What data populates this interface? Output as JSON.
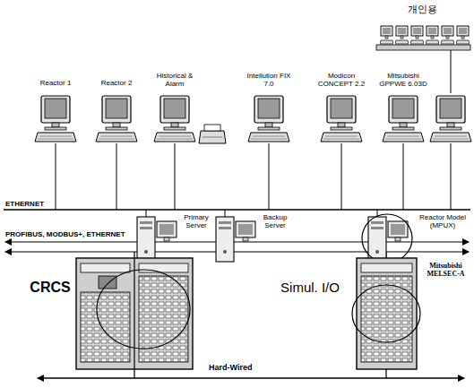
{
  "diagram": {
    "nodes": [
      {
        "text": [
          "개인용"
        ]
      },
      {
        "text": [
          "Reactor 1"
        ]
      },
      {
        "text": [
          "Reactor 2"
        ]
      },
      {
        "text": [
          "Historical & Alarm"
        ]
      },
      {
        "text": [
          "Intellution FIX 7.0"
        ]
      },
      {
        "text": [
          "Modicon CONCEPT 2.2"
        ]
      },
      {
        "text": [
          "Mitsubishi GPPWE 6.03D"
        ]
      },
      {
        "text": [
          "Primary Server"
        ]
      },
      {
        "text": [
          "Backup Server"
        ]
      },
      {
        "text": [
          "Reactor Model (MPUX)"
        ]
      },
      {
        "text": [
          "CRCS"
        ]
      },
      {
        "text": [
          "Simul. I/O",
          "Mitsubishi MELSEC-A"
        ]
      }
    ],
    "labels": [
      "ETHERNET",
      "PROFIBUS, MODBUS+, ETHERNET",
      "Hard-Wired"
    ]
  }
}
